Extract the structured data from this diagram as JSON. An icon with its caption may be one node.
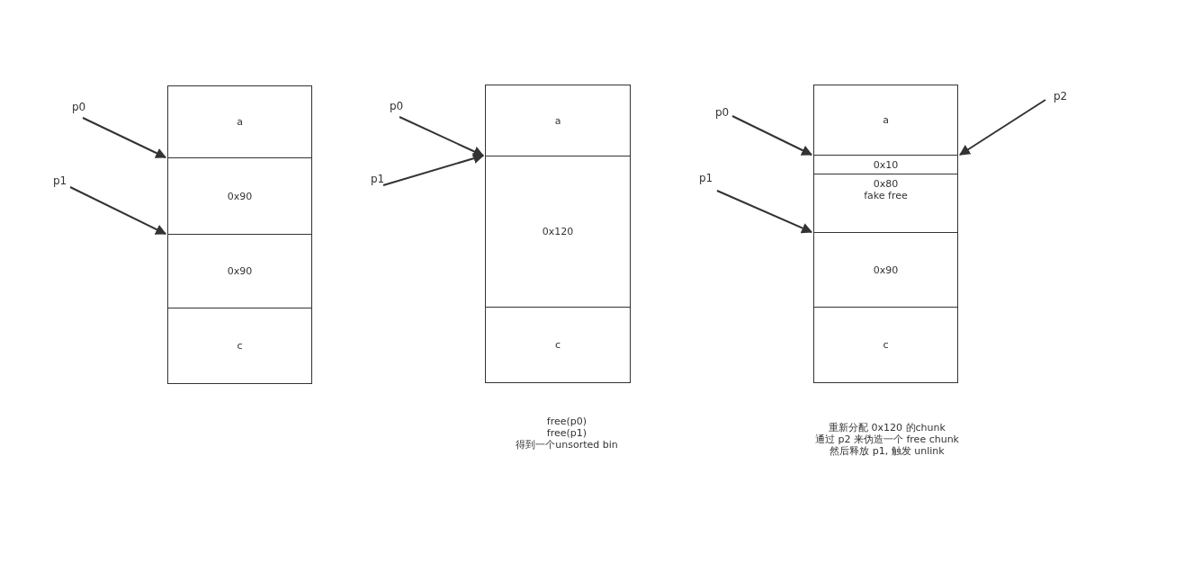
{
  "diagram": {
    "nodes": [
      {
        "text": [
          "p0"
        ]
      },
      {
        "text": [
          "p1"
        ]
      },
      {
        "text": [
          "a"
        ]
      },
      {
        "text": [
          "0x90"
        ]
      },
      {
        "text": [
          "0x90"
        ]
      },
      {
        "text": [
          "c"
        ]
      },
      {
        "text": [
          "p0"
        ]
      },
      {
        "text": [
          "p1"
        ]
      },
      {
        "text": [
          "a"
        ]
      },
      {
        "text": [
          "0x120"
        ]
      },
      {
        "text": [
          "c"
        ]
      },
      {
        "text": [
          "p0"
        ]
      },
      {
        "text": [
          "p1"
        ]
      },
      {
        "text": [
          "p2"
        ]
      },
      {
        "text": [
          "a"
        ]
      },
      {
        "text": [
          "0x10"
        ]
      },
      {
        "text": [
          "0x80",
          "fake free"
        ]
      },
      {
        "text": [
          "0x90"
        ]
      },
      {
        "text": [
          "c"
        ]
      }
    ],
    "edges": [
      {
        "from": 0,
        "to": 3,
        "arrow": "to"
      },
      {
        "from": 1,
        "to": 4,
        "arrow": "to"
      },
      {
        "from": 6,
        "to": 9,
        "arrow": "to"
      },
      {
        "from": 7,
        "to": 9,
        "arrow": "to"
      },
      {
        "from": 11,
        "to": 15,
        "arrow": "to"
      },
      {
        "from": 12,
        "to": 17,
        "arrow": "to"
      },
      {
        "from": 13,
        "to": 15,
        "arrow": "to"
      }
    ],
    "labels": [
      "free(p0)",
      "free(p1)",
      "得到一个unsorted bin",
      "重新分配 0x120 的chunk",
      "通过 p2 来伪造一个 free chunk",
      "然后释放 p1, 触发 unlink"
    ]
  }
}
